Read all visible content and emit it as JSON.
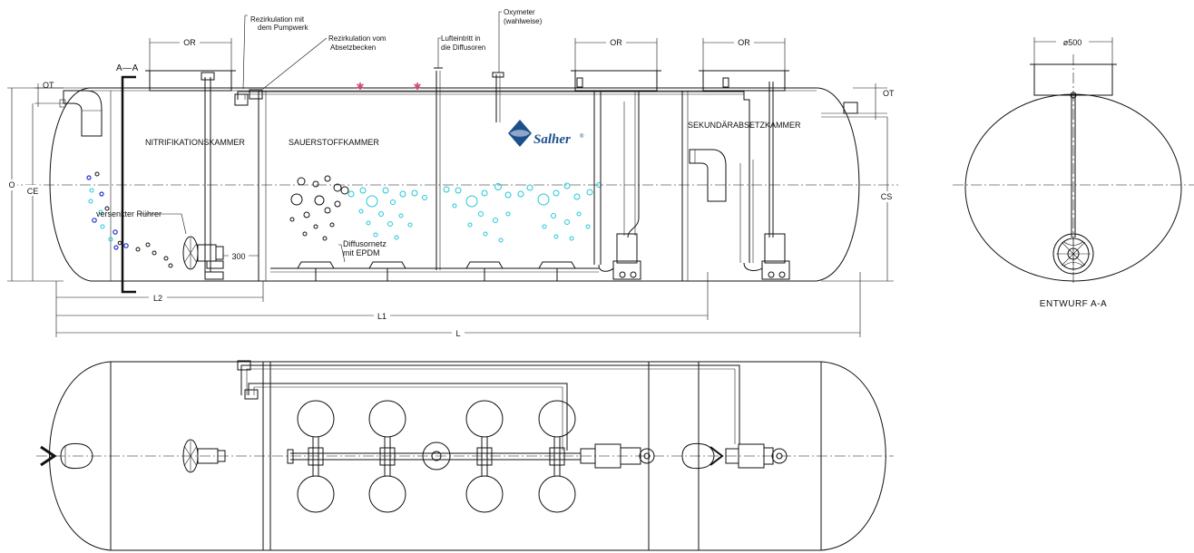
{
  "labels": {
    "rezirk_pump_line1": "Rezirkulation mit",
    "rezirk_pump_line2": "dem Pumpwerk",
    "rezirk_absetz_line1": "Rezirkulation vom",
    "rezirk_absetz_line2": "Absetzbecken",
    "luft_line1": "Lufteintritt in",
    "luft_line2": "die Diffusoren",
    "oxy_line1": "Oxymeter",
    "oxy_line2": "(wahlweise)",
    "nitrifikation": "NITRIFIKATIONSKAMMER",
    "sauerstoff": "SAUERSTOFFKAMMER",
    "sekundaer": "SEKUNDÄRABSETZKAMMER",
    "ruehrer": "versenkter Rührer",
    "diffusor_line1": "Diffusornetz",
    "diffusor_line2": "mit EPDM",
    "section_mark": "A—A",
    "section_view": "ENTWURF A-A"
  },
  "dimensions": {
    "or_1": "OR",
    "or_2": "OR",
    "or_3": "OR",
    "ot_left": "OT",
    "ot_right": "OT",
    "o": "O",
    "ce": "CE",
    "cs": "CS",
    "d300": "300",
    "l2": "L2",
    "l1": "L1",
    "l": "L",
    "dia500": "ø500"
  },
  "logo": {
    "text": "Salher",
    "mark": "®",
    "color": "#1c4f8c"
  },
  "colors": {
    "bubbles_aeration": "#22c8d8",
    "bubbles_nitrification": "#2233cc",
    "valve_markers": "#d0507a"
  }
}
